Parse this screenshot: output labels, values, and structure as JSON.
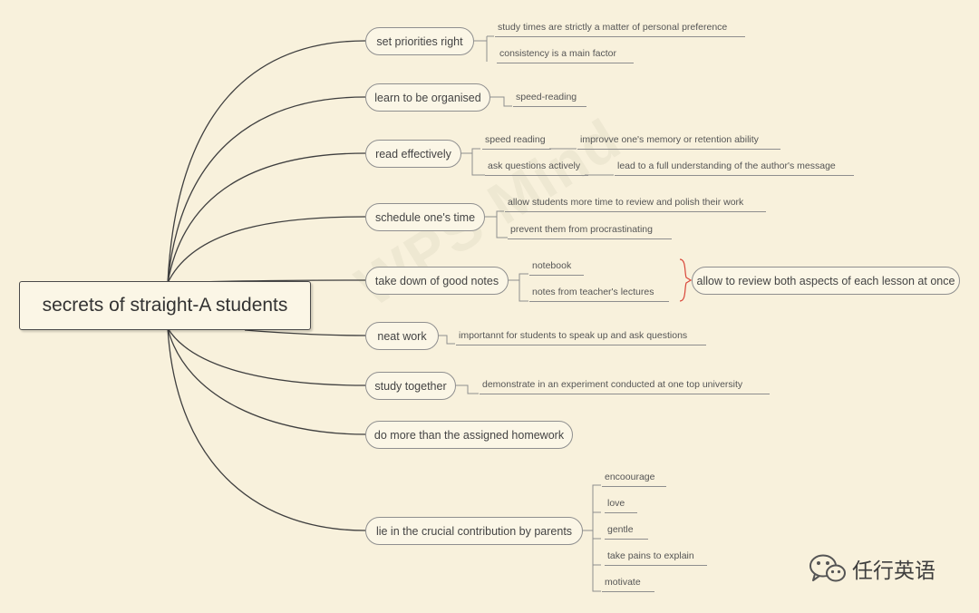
{
  "central_topic": "secrets of straight-A students",
  "branches": [
    {
      "label": "set priorities right",
      "children": [
        "study times are strictly a matter of personal preference",
        "consistency is a main factor"
      ]
    },
    {
      "label": "learn to be organised",
      "children": [
        "speed-reading"
      ]
    },
    {
      "label": "read effectively",
      "children": [
        "speed reading",
        "improvve one's memory or retention ability",
        "ask questions actively",
        "lead to a full understanding of the author's message"
      ]
    },
    {
      "label": "schedule one's time",
      "children": [
        "allow students more time to review and polish their work",
        "prevent them from procrastinating"
      ]
    },
    {
      "label": "take down of good notes",
      "children": [
        "notebook",
        "notes from teacher's lectures"
      ],
      "summary": "allow to review both aspects of each lesson at once"
    },
    {
      "label": "neat work",
      "children": [
        "importannt for students to speak up and ask questions"
      ]
    },
    {
      "label": "study together",
      "children": [
        "demonstrate in an experiment conducted at one top university"
      ]
    },
    {
      "label": "do more than the assigned homework",
      "children": []
    },
    {
      "label": "lie in the crucial contribution by parents",
      "children": [
        "encoourage",
        "love",
        "gentle",
        "take pains to explain",
        "motivate"
      ]
    }
  ],
  "watermark": "WPS Mind",
  "brand": {
    "name": "任行英语",
    "icon": "wechat-icon"
  }
}
